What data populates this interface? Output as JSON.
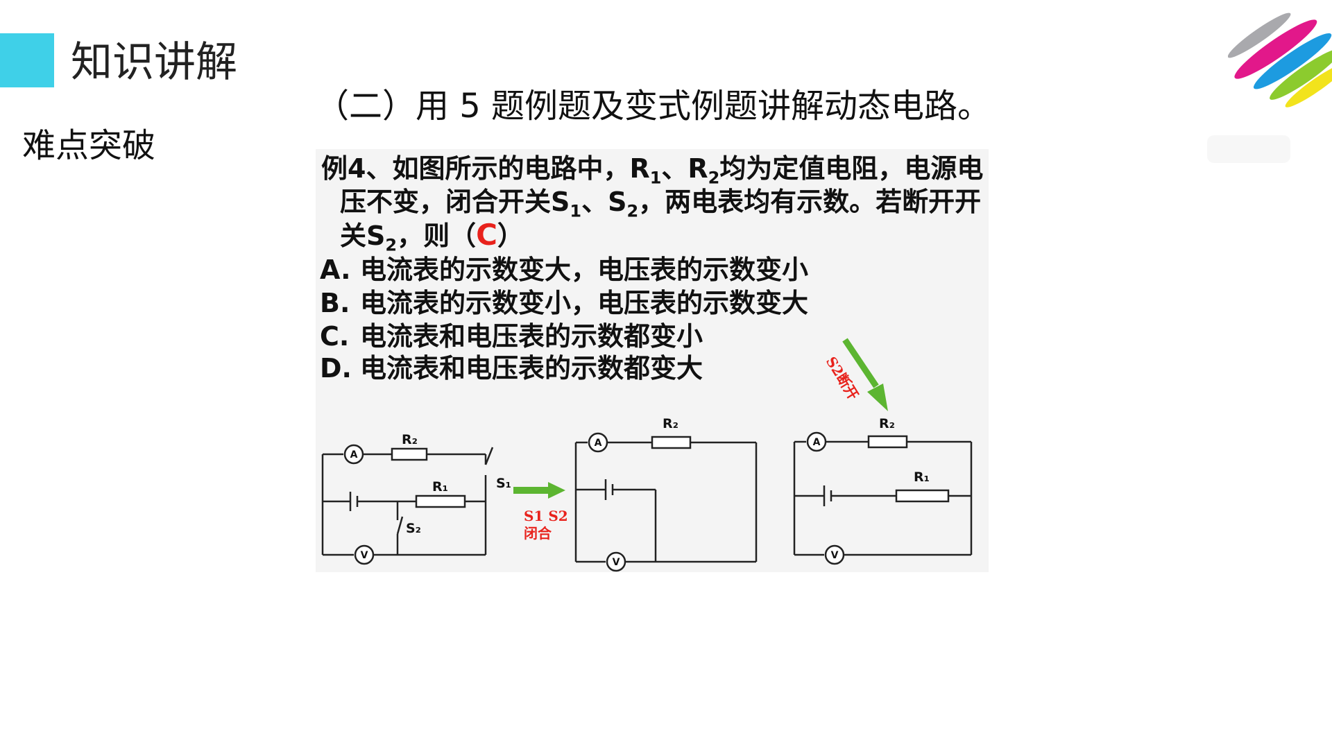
{
  "colors": {
    "accent": "#3fd0e8",
    "answer_red": "#e8221c",
    "arrow_green": "#5cb531"
  },
  "header": {
    "section_title": "知识讲解",
    "sub_title": "难点突破",
    "heading": "（二）用 5 题例题及变式例题讲解动态电路。"
  },
  "problem": {
    "line1_a": "例4、如图所示的电路中，R",
    "line1_sub1": "1",
    "line1_b": "、R",
    "line1_sub2": "2",
    "line1_c": "均为定值电阻，电源电",
    "line2_a": "压不变，闭合开关S",
    "line2_sub1": "1",
    "line2_b": "、S",
    "line2_sub2": "2",
    "line2_c": "，两电表均有示数。若断开开",
    "line3_a": "关S",
    "line3_sub": "2",
    "line3_b": "，则（",
    "answer": "C",
    "line3_c": "）",
    "options": [
      {
        "letter": "A.",
        "text": "电流表的示数变大，电压表的示数变小"
      },
      {
        "letter": "B.",
        "text": "电流表的示数变小，电压表的示数变大"
      },
      {
        "letter": "C.",
        "text": "电流表和电压表的示数都变小"
      },
      {
        "letter": "D.",
        "text": "电流表和电压表的示数都变大"
      }
    ]
  },
  "circuits": {
    "ammeter": "A",
    "voltmeter": "V",
    "r1": "R₁",
    "r2": "R₂",
    "s1": "S₁",
    "s2": "S₂",
    "arrow1_label_line1": "S1 S2",
    "arrow1_label_line2": "闭合",
    "arrow2_label": "S2断开"
  }
}
